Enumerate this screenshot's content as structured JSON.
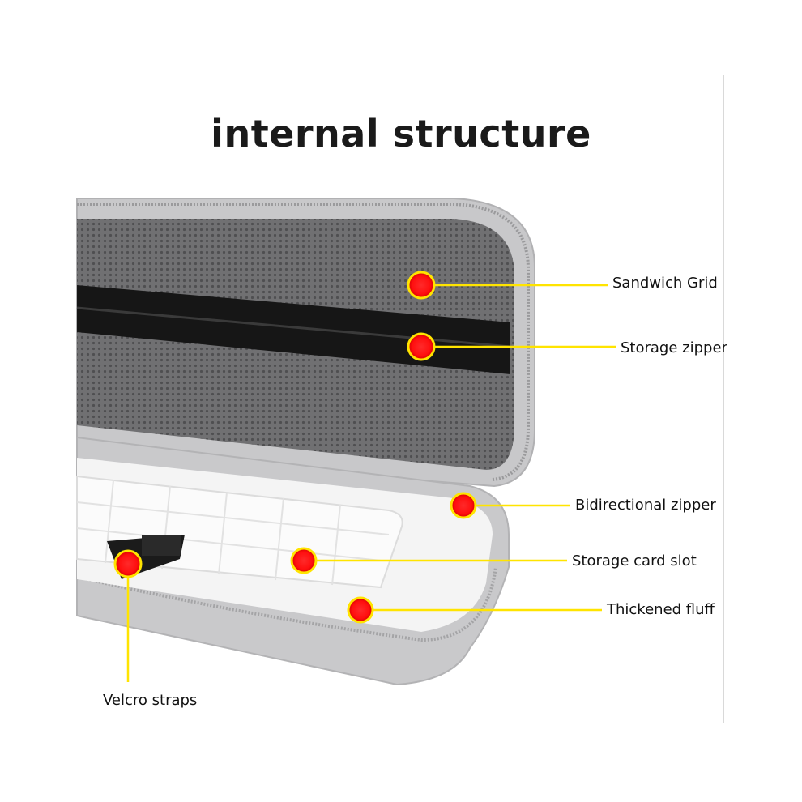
{
  "title": "internal structure",
  "callouts": [
    {
      "id": "sandwich-grid",
      "label": "Sandwich Grid"
    },
    {
      "id": "storage-zipper",
      "label": "Storage zipper"
    },
    {
      "id": "bidirectional-zipper",
      "label": "Bidirectional zipper"
    },
    {
      "id": "storage-card-slot",
      "label": "Storage card slot"
    },
    {
      "id": "thickened-fluff",
      "label": "Thickened fluff"
    },
    {
      "id": "velcro-straps",
      "label": "Velcro straps"
    }
  ],
  "colors": {
    "marker": "#ff1a1a",
    "marker_ring": "#ffe400",
    "leader_line": "#ffe400",
    "case_shell": "#c9c9cb",
    "mesh": "#6e6e70",
    "zipper": "#151515",
    "lining": "#f3f3f3"
  }
}
